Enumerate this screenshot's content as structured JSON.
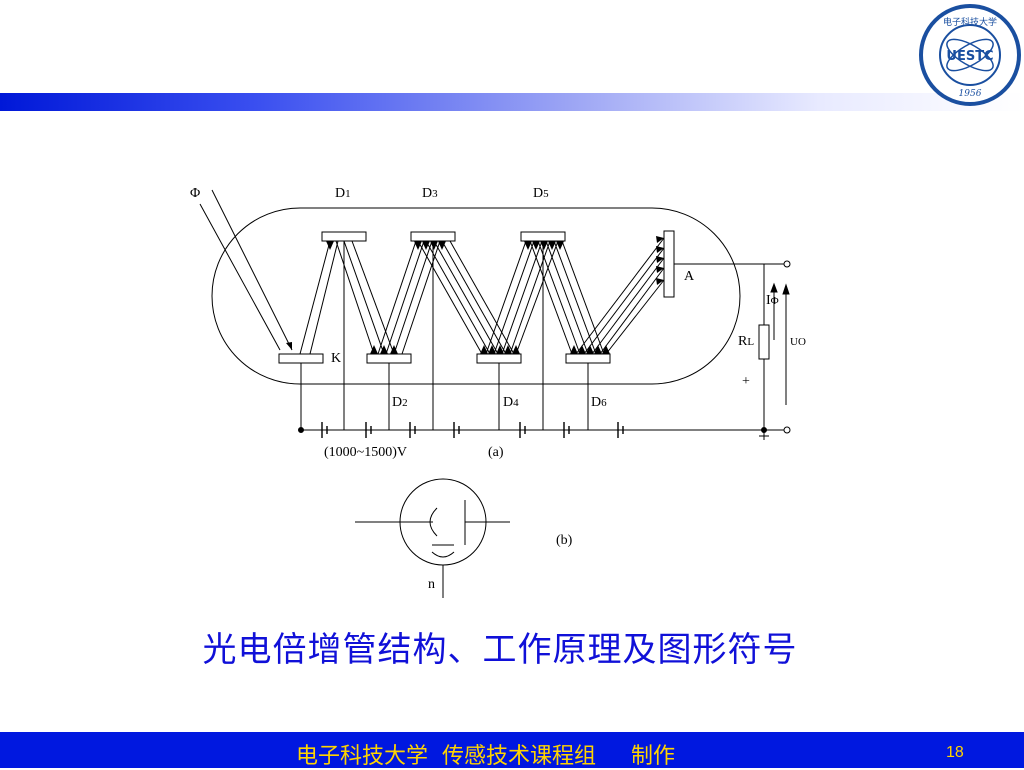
{
  "title": "光电倍增管结构、工作原理及图形符号",
  "footer": {
    "text": "电子科技大学  传感技术课程组     制作",
    "page": "18"
  },
  "logo": {
    "text": "UESTC",
    "year": "1956",
    "arc_text": "电子科技大学"
  },
  "diagram": {
    "phi": "Φ",
    "dynodes": {
      "d1": "D",
      "d2": "D",
      "d3": "D",
      "d4": "D",
      "d5": "D",
      "d6": "D",
      "n1": "1",
      "n2": "2",
      "n3": "3",
      "n4": "4",
      "n5": "5",
      "n6": "6"
    },
    "cathode": "K",
    "anode": "A",
    "current": "I",
    "current_sub": "Φ",
    "resistor": "R",
    "resistor_sub": "L",
    "output": "U",
    "output_sub": "O",
    "plus": "+",
    "voltage": "(1000~1500)V",
    "label_a": "(a)",
    "label_b": "(b)",
    "label_n": "n"
  },
  "colors": {
    "band": "#0018d8",
    "title": "#1010d8",
    "footer_bg": "#0018e0",
    "footer_text": "#ffd400",
    "logo": "#1a4fa0"
  }
}
